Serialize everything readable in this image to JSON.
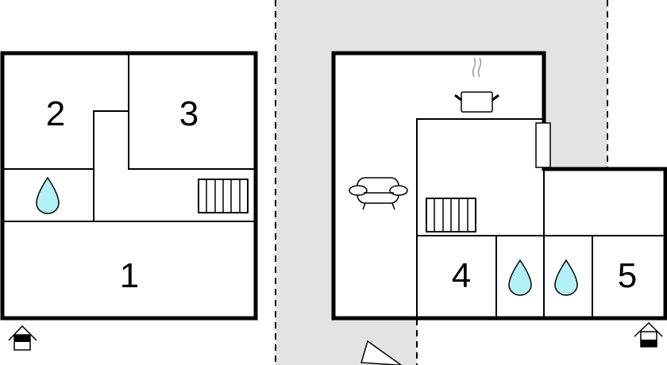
{
  "title": "Floor plan",
  "colors": {
    "outdoor": "#e3e3e3",
    "water": "#b3f0f7",
    "wall": "#000000"
  },
  "rooms": [
    {
      "label": "1"
    },
    {
      "label": "2"
    },
    {
      "label": "3"
    },
    {
      "label": "4"
    },
    {
      "label": "5"
    }
  ],
  "icons": [
    "water-drop-icon",
    "radiator-icon",
    "cooking-pot-icon",
    "sofa-icon",
    "entrance-house-icon",
    "window-icon",
    "door-icon"
  ]
}
